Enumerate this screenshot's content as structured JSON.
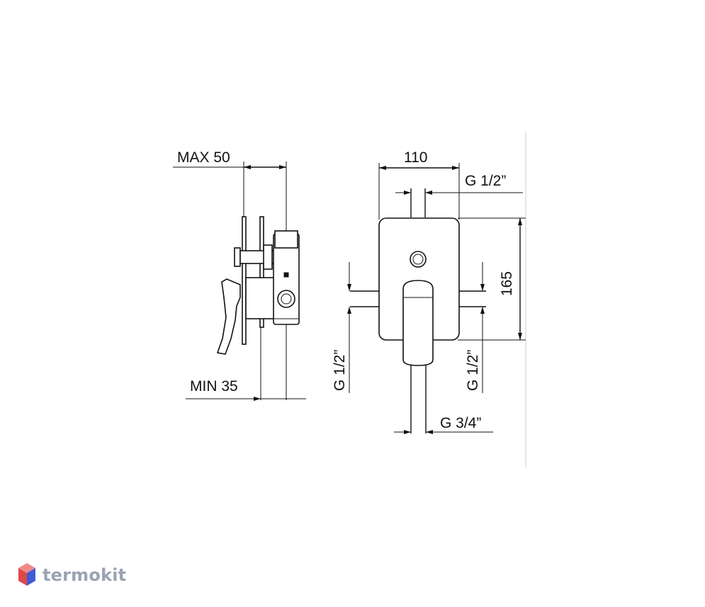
{
  "dimensions": {
    "max_depth": "MAX 50",
    "min_depth": "MIN 35",
    "width": "110",
    "height": "165",
    "top_thread": "G 1/2”",
    "left_thread": "G 1/2”",
    "right_thread": "G 1/2”",
    "bottom_thread": "G 3/4”"
  },
  "brand": {
    "name": "termokit",
    "colors": {
      "top": "#f08a8a",
      "left": "#e04848",
      "right": "#3f5bd6"
    }
  }
}
